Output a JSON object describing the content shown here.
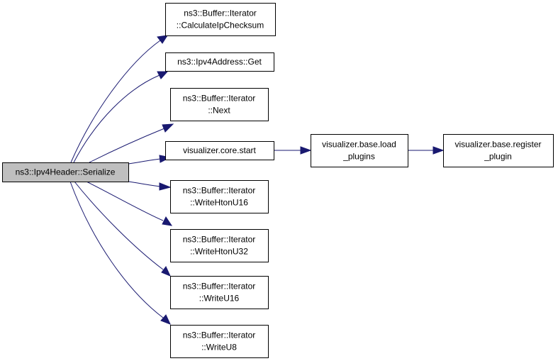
{
  "graph": {
    "type": "call-graph",
    "edge_color": "#191970",
    "root_fill": "#bfbfbf",
    "nodes": [
      {
        "id": "serialize",
        "lines": [
          "ns3::Ipv4Header::Serialize"
        ],
        "root": true
      },
      {
        "id": "calc_checksum",
        "lines": [
          "ns3::Buffer::Iterator",
          "::CalculateIpChecksum"
        ]
      },
      {
        "id": "addr_get",
        "lines": [
          "ns3::Ipv4Address::Get"
        ]
      },
      {
        "id": "next",
        "lines": [
          "ns3::Buffer::Iterator",
          "::Next"
        ]
      },
      {
        "id": "core_start",
        "lines": [
          "visualizer.core.start"
        ]
      },
      {
        "id": "load_plugins",
        "lines": [
          "visualizer.base.load",
          "_plugins"
        ]
      },
      {
        "id": "register_plugin",
        "lines": [
          "visualizer.base.register",
          "_plugin"
        ]
      },
      {
        "id": "write_hton_u16",
        "lines": [
          "ns3::Buffer::Iterator",
          "::WriteHtonU16"
        ]
      },
      {
        "id": "write_hton_u32",
        "lines": [
          "ns3::Buffer::Iterator",
          "::WriteHtonU32"
        ]
      },
      {
        "id": "write_u16",
        "lines": [
          "ns3::Buffer::Iterator",
          "::WriteU16"
        ]
      },
      {
        "id": "write_u8",
        "lines": [
          "ns3::Buffer::Iterator",
          "::WriteU8"
        ]
      }
    ],
    "edges": [
      {
        "from": "serialize",
        "to": "calc_checksum"
      },
      {
        "from": "serialize",
        "to": "addr_get"
      },
      {
        "from": "serialize",
        "to": "next"
      },
      {
        "from": "serialize",
        "to": "core_start"
      },
      {
        "from": "serialize",
        "to": "write_hton_u16"
      },
      {
        "from": "serialize",
        "to": "write_hton_u32"
      },
      {
        "from": "serialize",
        "to": "write_u16"
      },
      {
        "from": "serialize",
        "to": "write_u8"
      },
      {
        "from": "core_start",
        "to": "load_plugins"
      },
      {
        "from": "load_plugins",
        "to": "register_plugin"
      }
    ]
  }
}
